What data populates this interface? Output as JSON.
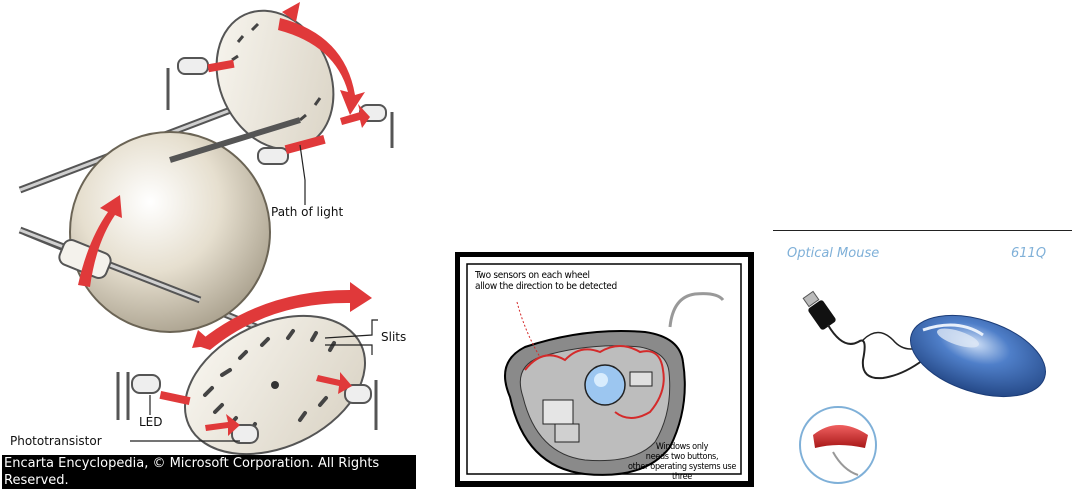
{
  "panel_a": {
    "labels": {
      "path_of_light": "Path of light",
      "slits": "Slits",
      "led": "LED",
      "phototransistor": "Phototransistor"
    },
    "credit": {
      "line1": "Encarta Encyclopedia, © Microsoft Corporation. All Rights",
      "line2": "Reserved."
    },
    "colors": {
      "arrow": "#e0393a",
      "ball": "#e6dfcf",
      "disk": "#f1ede4"
    }
  },
  "panel_b": {
    "note_top_1": "Two sensors on each wheel",
    "note_top_2": "allow the direction to be detected",
    "note_bottom_1": "Windows only",
    "note_bottom_2": "needs two buttons,",
    "note_bottom_3": "other operating systems use three"
  },
  "panel_c": {
    "title": "Optical Mouse",
    "code": "611Q",
    "colors": {
      "mouse": "#2f5fae",
      "accent": "#d42a2a",
      "header": "#7fb0d8"
    }
  }
}
